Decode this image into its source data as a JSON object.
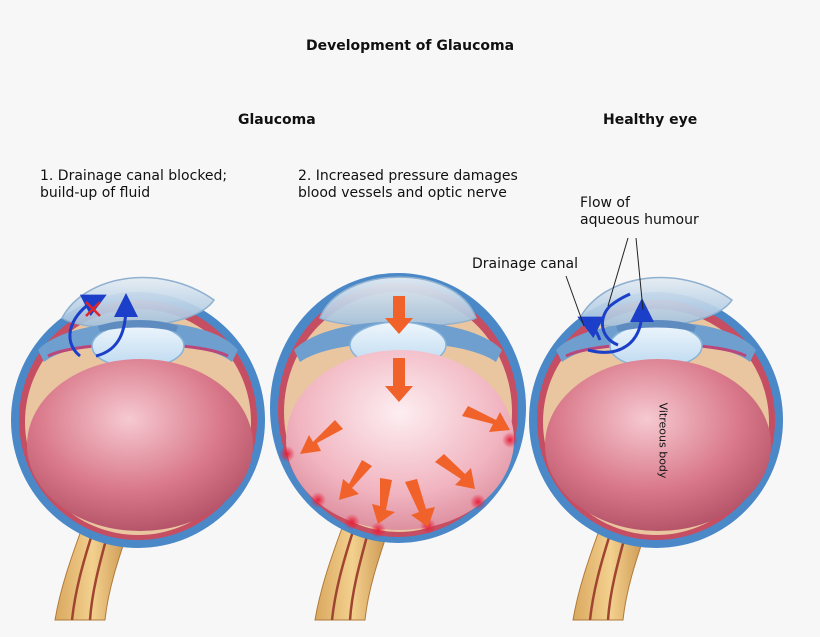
{
  "title": "Development of Glaucoma",
  "sections": {
    "glaucoma": "Glaucoma",
    "healthy": "Healthy eye"
  },
  "captions": {
    "stage1_line1": "1. Drainage canal blocked;",
    "stage1_line2": "build-up of fluid",
    "stage2_line1": "2. Increased pressure damages",
    "stage2_line2": "blood vessels and optic nerve"
  },
  "labels": {
    "flow_line1": "Flow of",
    "flow_line2": "aqueous humour",
    "drainage_canal": "Drainage canal",
    "vitreous_body": "Vitreous body"
  },
  "colors": {
    "sclera": "#4a88c8",
    "vitreous": "#c96478",
    "pressure_arrow": "#f0622a",
    "flow_arrow": "#1b3fc8",
    "blocked_mark": "#e0242a"
  }
}
